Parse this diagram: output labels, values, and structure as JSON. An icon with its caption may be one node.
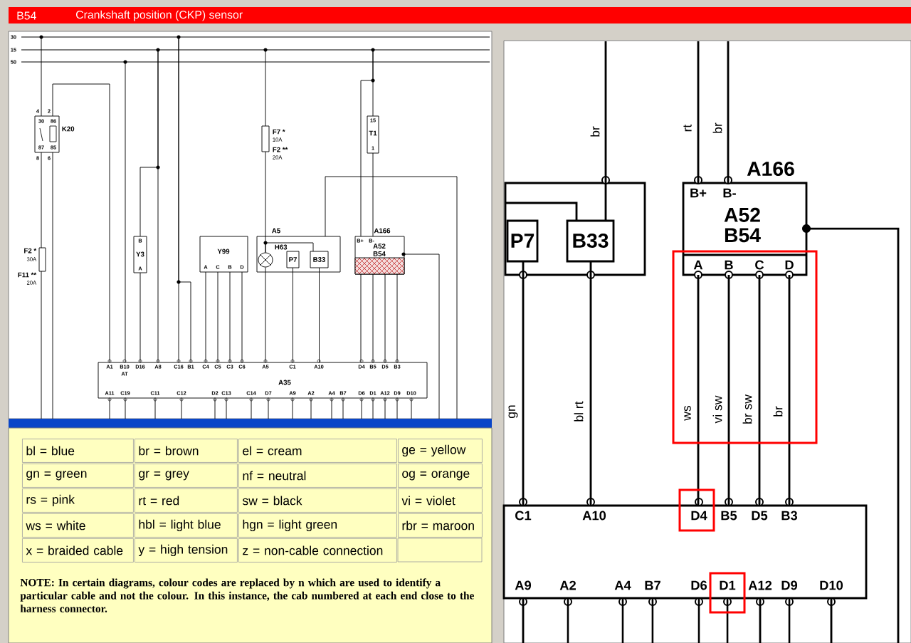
{
  "diagram": {
    "nodes": [
      {
        "text": [
          "4",
          "2",
          "30",
          "86",
          "K20",
          "87",
          "85",
          "8",
          "6"
        ]
      },
      {
        "text": [],
        "shape": "box",
        "beside": [
          "F2 *",
          "30A",
          "F11 **",
          "20A"
        ]
      },
      {
        "text": [
          "B",
          "Y3",
          "A"
        ]
      },
      {
        "text": [
          "Y99",
          "A",
          "C",
          "B",
          "D"
        ]
      },
      {
        "text": [],
        "shape": "box",
        "beside": [
          "F7 *",
          "10A",
          "F2 **",
          "20A"
        ]
      },
      {
        "text": [
          "15",
          "T1",
          "1"
        ]
      },
      {
        "text": [
          "A5"
        ]
      },
      {
        "text": [],
        "shape": "circle",
        "beside": [
          "H63"
        ],
        "in": 6
      },
      {
        "text": [
          "P7"
        ],
        "in": 6
      },
      {
        "text": [
          "B33"
        ],
        "in": 6
      },
      {
        "text": [
          "A166",
          "B+",
          "B-",
          "A52 B54"
        ]
      },
      {
        "text": [
          "A1",
          "B10",
          "AT",
          "D16",
          "A8",
          "C16",
          "B1",
          "C4",
          "C5",
          "C3",
          "C6",
          "A5",
          "C1",
          "A10",
          "D4",
          "B5",
          "D5",
          "B3",
          "A35",
          "A11",
          "C19",
          "C11",
          "C12",
          "D2",
          "C13",
          "C14",
          "D7",
          "A9",
          "A2",
          "A4",
          "B7",
          "D6",
          "D1",
          "A12",
          "D9",
          "D10"
        ]
      },
      {
        "text": [],
        "shape": "box"
      },
      {
        "text": [
          "P7"
        ],
        "in": 12
      },
      {
        "text": [
          "B33"
        ],
        "in": 12
      },
      {
        "text": [
          "A166",
          "B+",
          "B-",
          "A52 B54",
          "A",
          "B",
          "C",
          "D"
        ]
      },
      {
        "text": [
          "C1",
          "A10",
          "D4",
          "B5",
          "D5",
          "B3",
          "A9",
          "A2",
          "A4",
          "B7",
          "D6",
          "D1",
          "A12",
          "D9",
          "D10"
        ]
      },
      {
        "text": [
          "30"
        ]
      },
      {
        "text": [
          "15"
        ]
      },
      {
        "text": [
          "50"
        ]
      }
    ],
    "edges": [
      {
        "from": 17,
        "to": 0,
        "arrow": "none"
      },
      {
        "from": 0,
        "to": 1,
        "arrow": "none"
      },
      {
        "from": 1,
        "to": null,
        "arrow": "none"
      },
      {
        "from": 0,
        "to": 11,
        "arrow": "none"
      },
      {
        "from": 0,
        "to": null,
        "arrow": "none"
      },
      {
        "from": 19,
        "to": 11,
        "arrow": "none"
      },
      {
        "from": 18,
        "to": 2,
        "arrow": "none"
      },
      {
        "from": 2,
        "to": 11,
        "arrow": "none"
      },
      {
        "from": 18,
        "to": 11,
        "arrow": "none"
      },
      {
        "from": 17,
        "to": 11,
        "arrow": "none"
      },
      {
        "from": 17,
        "to": 11,
        "arrow": "none"
      },
      {
        "from": 3,
        "to": 11,
        "arrow": "none"
      },
      {
        "from": 3,
        "to": 11,
        "arrow": "none"
      },
      {
        "from": 3,
        "to": 11,
        "arrow": "none"
      },
      {
        "from": 3,
        "to": 11,
        "arrow": "none"
      },
      {
        "from": 18,
        "to": 4,
        "arrow": "none"
      },
      {
        "from": 4,
        "to": 7,
        "arrow": "none"
      },
      {
        "from": 7,
        "to": 11,
        "arrow": "none"
      },
      {
        "from": 8,
        "to": 11,
        "arrow": "none"
      },
      {
        "from": 9,
        "to": 11,
        "arrow": "none"
      },
      {
        "from": 9,
        "to": 7,
        "arrow": "none"
      },
      {
        "from": 6,
        "to": null,
        "arrow": "none"
      },
      {
        "from": 18,
        "to": 5,
        "arrow": "none"
      },
      {
        "from": 5,
        "to": 10,
        "arrow": "none"
      },
      {
        "from": 18,
        "to": 10,
        "arrow": "none"
      },
      {
        "from": 10,
        "to": 11,
        "arrow": "none"
      },
      {
        "from": 10,
        "to": 11,
        "arrow": "none"
      },
      {
        "from": 10,
        "to": 11,
        "arrow": "none"
      },
      {
        "from": 10,
        "to": 11,
        "arrow": "none"
      },
      {
        "from": 10,
        "to": null,
        "arrow": "none"
      },
      {
        "from": 11,
        "to": null,
        "arrow": "none"
      },
      {
        "from": 11,
        "to": null,
        "arrow": "none"
      },
      {
        "from": 11,
        "to": null,
        "arrow": "none"
      },
      {
        "from": 11,
        "to": null,
        "arrow": "none"
      },
      {
        "from": 11,
        "to": null,
        "arrow": "none"
      },
      {
        "from": 11,
        "to": null,
        "arrow": "none"
      },
      {
        "from": 11,
        "to": null,
        "arrow": "none"
      },
      {
        "from": 11,
        "to": null,
        "arrow": "none"
      },
      {
        "from": 11,
        "to": null,
        "arrow": "none"
      },
      {
        "from": 11,
        "to": null,
        "arrow": "none"
      },
      {
        "from": 11,
        "to": null,
        "arrow": "none"
      },
      {
        "from": 11,
        "to": null,
        "arrow": "none"
      },
      {
        "from": 11,
        "to": null,
        "arrow": "none"
      },
      {
        "from": 11,
        "to": null,
        "arrow": "none"
      },
      {
        "from": 11,
        "to": null,
        "arrow": "none"
      },
      {
        "from": 11,
        "to": null,
        "arrow": "none"
      },
      {
        "from": 11,
        "to": null,
        "arrow": "none"
      },
      {
        "from": null,
        "to": 14,
        "arrow": "none",
        "label": "br"
      },
      {
        "from": 14,
        "to": null,
        "arrow": "none"
      },
      {
        "from": null,
        "to": 15,
        "arrow": "none",
        "label": "rt"
      },
      {
        "from": null,
        "to": 15,
        "arrow": "none",
        "label": "br"
      },
      {
        "from": 13,
        "to": 16,
        "arrow": "none",
        "label": "gn"
      },
      {
        "from": 14,
        "to": 16,
        "arrow": "none",
        "label": "bl rt"
      },
      {
        "from": 15,
        "to": 16,
        "arrow": "none",
        "label": "ws"
      },
      {
        "from": 15,
        "to": 16,
        "arrow": "none",
        "label": "vi sw"
      },
      {
        "from": 15,
        "to": 16,
        "arrow": "none",
        "label": "br sw"
      },
      {
        "from": 15,
        "to": 16,
        "arrow": "none",
        "label": "br"
      },
      {
        "from": 15,
        "to": null,
        "arrow": "none"
      },
      {
        "from": 16,
        "to": null,
        "arrow": "none"
      },
      {
        "from": 16,
        "to": null,
        "arrow": "none"
      },
      {
        "from": 16,
        "to": null,
        "arrow": "none"
      },
      {
        "from": 16,
        "to": null,
        "arrow": "none"
      },
      {
        "from": 16,
        "to": null,
        "arrow": "none"
      },
      {
        "from": 16,
        "to": null,
        "arrow": "none"
      },
      {
        "from": 16,
        "to": null,
        "arrow": "none"
      },
      {
        "from": 16,
        "to": null,
        "arrow": "none"
      },
      {
        "from": 16,
        "to": null,
        "arrow": "none"
      }
    ],
    "labels": [
      "B54",
      "Crankshaft position (CKP) sensor",
      "bl = blue",
      "br = brown",
      "el = cream",
      "ge = yellow",
      "gn = green",
      "gr = grey",
      "nf = neutral",
      "og = orange",
      "rs = pink",
      "rt = red",
      "sw = black",
      "vi = violet",
      "ws = white",
      "hbl = light blue",
      "hgn = light green",
      "rbr = maroon",
      "x = braided cable",
      "y = high tension",
      "z = non-cable connection",
      "NOTE: In certain diagrams, colour codes are replaced by n which are used to identify a particular cable and not the colour. In this instance, the cab numbered at each end close to the harness connector."
    ]
  }
}
